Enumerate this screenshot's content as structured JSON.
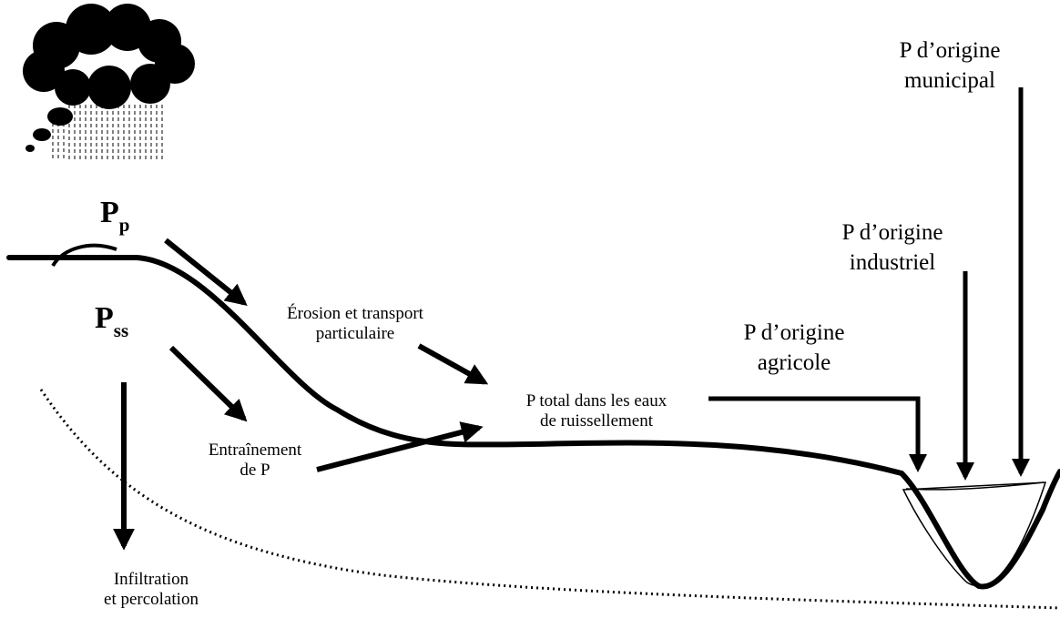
{
  "labels": {
    "pp_main": "P",
    "pp_sub": "p",
    "pss_main": "P",
    "pss_sub": "ss",
    "erosion_l1": "Érosion et transport",
    "erosion_l2": "particulaire",
    "ptotal_l1": "P total dans les eaux",
    "ptotal_l2": "de ruissellement",
    "entrainement_l1": "Entraînement",
    "entrainement_l2": "de P",
    "infiltration_l1": "Infiltration",
    "infiltration_l2": "et percolation",
    "agricole_l1": "P  d’origine",
    "agricole_l2": "agricole",
    "industriel_l1": "P  d’origine",
    "industriel_l2": "industriel",
    "municipal_l1": "P  d’origine",
    "municipal_l2": "municipal"
  }
}
